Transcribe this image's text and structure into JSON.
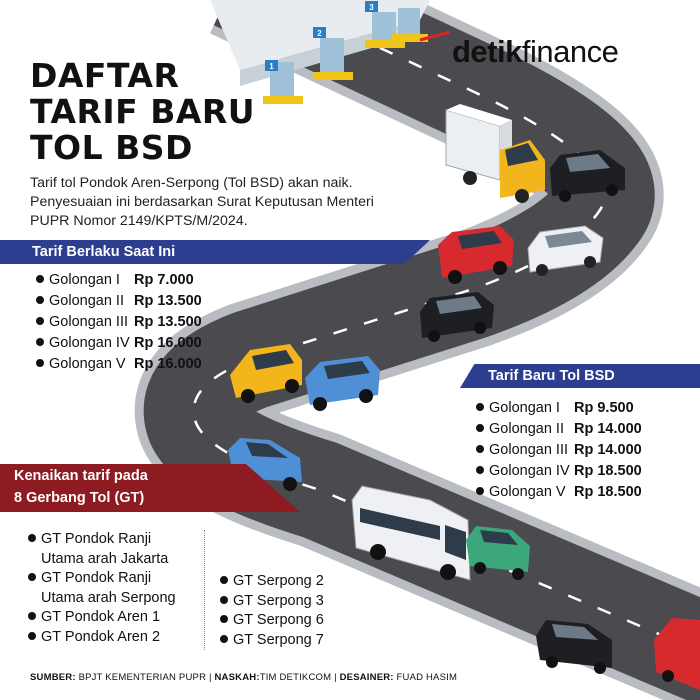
{
  "brand": {
    "bold": "detik",
    "regular": "finance"
  },
  "title": {
    "line1": "DAFTAR",
    "line2": "TARIF BARU",
    "line3": "TOL BSD"
  },
  "intro": "Tarif tol Pondok Aren-Serpong (Tol BSD) akan naik. Penyesuaian ini berdasarkan Surat Keputusan Menteri PUPR Nomor 2149/KPTS/M/2024.",
  "current": {
    "heading": "Tarif Berlaku Saat Ini",
    "items": [
      {
        "name": "Golongan I",
        "price": "Rp 7.000"
      },
      {
        "name": "Golongan II",
        "price": "Rp 13.500"
      },
      {
        "name": "Golongan III",
        "price": "Rp 13.500"
      },
      {
        "name": "Golongan IV",
        "price": "Rp 16.000"
      },
      {
        "name": "Golongan V",
        "price": "Rp 16.000"
      }
    ]
  },
  "new": {
    "heading": "Tarif Baru Tol BSD",
    "items": [
      {
        "name": "Golongan I",
        "price": "Rp 9.500"
      },
      {
        "name": "Golongan II",
        "price": "Rp 14.000"
      },
      {
        "name": "Golongan III",
        "price": "Rp 14.000"
      },
      {
        "name": "Golongan IV",
        "price": "Rp 18.500"
      },
      {
        "name": "Golongan V",
        "price": "Rp 18.500"
      }
    ]
  },
  "gates": {
    "heading_line1": "Kenaikan tarif pada",
    "heading_line2": "8 Gerbang Tol (GT)",
    "left": [
      "GT Pondok Ranji",
      "Utama arah Jakarta",
      "GT Pondok Ranji",
      "Utama arah Serpong",
      "GT Pondok Aren 1",
      "GT Pondok Aren 2"
    ],
    "right": [
      "GT Serpong 2",
      "GT Serpong 3",
      "GT Serpong 6",
      "GT Serpong 7"
    ]
  },
  "booths": [
    "1",
    "2",
    "3"
  ],
  "footer": {
    "k1": "SUMBER:",
    "v1": "BPJT KEMENTERIAN PUPR",
    "k2": "NASKAH:",
    "v2": "TIM DETIKCOM",
    "k3": "DESAINER:",
    "v3": "FUAD HASIM"
  },
  "colors": {
    "band_blue": "#2d3d8f",
    "band_red": "#8e1b22",
    "road": "#4a4a4f",
    "road_edge": "#b9bcc0"
  }
}
